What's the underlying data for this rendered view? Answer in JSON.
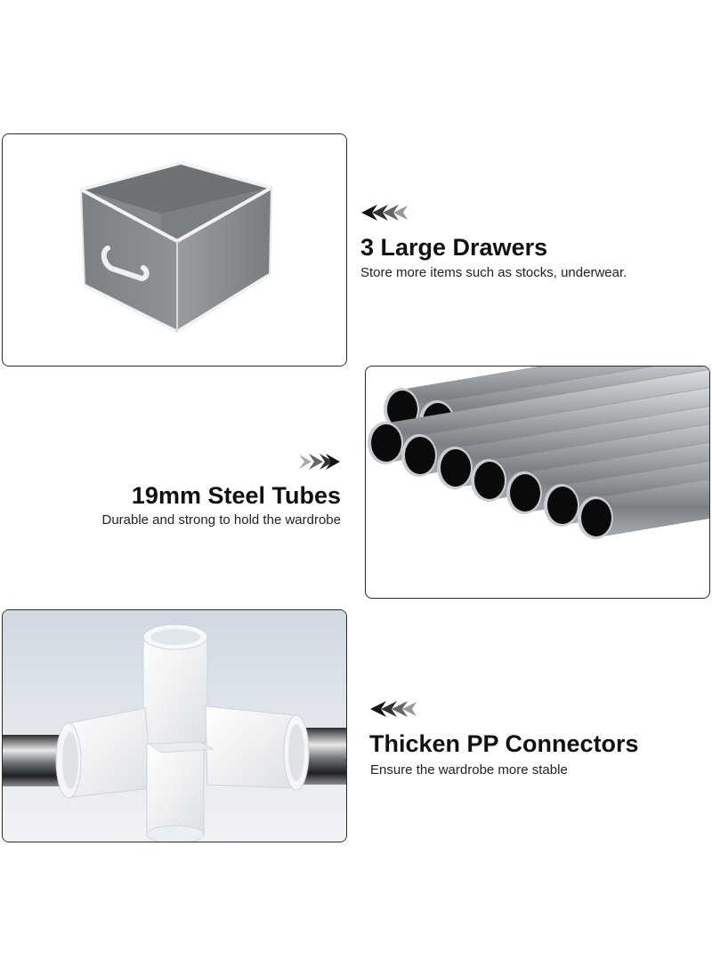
{
  "features": [
    {
      "title": "3 Large Drawers",
      "description": "Store more items such as stocks, underwear.",
      "image": "grey-fabric-drawer-box",
      "arrow": "left-chevrons-icon"
    },
    {
      "title": "19mm Steel Tubes",
      "description": "Durable and strong to hold the wardrobe",
      "image": "steel-tubes-stack",
      "arrow": "right-chevrons-icon"
    },
    {
      "title": "Thicken PP Connectors",
      "description": "Ensure the wardrobe more stable",
      "image": "white-pp-connector",
      "arrow": "left-chevrons-icon"
    }
  ],
  "colors": {
    "text": "#111111",
    "border": "#2b2b2b",
    "drawer_grey": "#8c8f92",
    "tube_silver": "#b9bcc0",
    "connector_bg": "#dfe4ea"
  }
}
